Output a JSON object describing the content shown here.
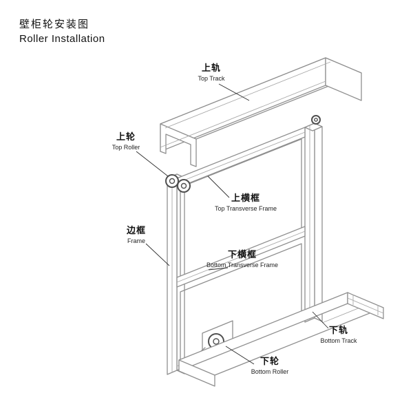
{
  "title": {
    "zh": "壁柜轮安装图",
    "en": "Roller Installation"
  },
  "labels": [
    {
      "id": "top-track",
      "zh": "上轨",
      "en": "Top Track"
    },
    {
      "id": "top-roller",
      "zh": "上轮",
      "en": "Top Roller"
    },
    {
      "id": "top-transverse-frame",
      "zh": "上横框",
      "en": "Top Transverse Frame"
    },
    {
      "id": "frame",
      "zh": "边框",
      "en": "Frame"
    },
    {
      "id": "bottom-transverse-frame",
      "zh": "下横框",
      "en": "Bottom Transverse Frame"
    },
    {
      "id": "bottom-track",
      "zh": "下轨",
      "en": "Bottom Track"
    },
    {
      "id": "bottom-roller",
      "zh": "下轮",
      "en": "Bottom Roller"
    }
  ],
  "colors": {
    "background": "#ffffff",
    "line": "#8f8f8f",
    "dark_line": "#4f4f4f",
    "leader": "#2b2b2b",
    "text": "#111111"
  }
}
